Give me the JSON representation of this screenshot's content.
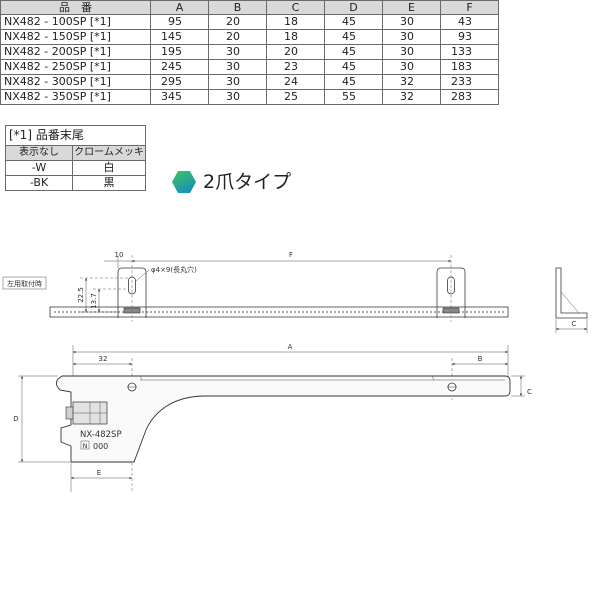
{
  "spec_table": {
    "headers": [
      "品　番",
      "A",
      "B",
      "C",
      "D",
      "E",
      "F"
    ],
    "rows": [
      {
        "part": "NX482 - 100SP [*1]",
        "A": 95,
        "B": 20,
        "C": 18,
        "D": 45,
        "E": 30,
        "F": 43
      },
      {
        "part": "NX482 - 150SP [*1]",
        "A": 145,
        "B": 20,
        "C": 18,
        "D": 45,
        "E": 30,
        "F": 93
      },
      {
        "part": "NX482 - 200SP [*1]",
        "A": 195,
        "B": 30,
        "C": 20,
        "D": 45,
        "E": 30,
        "F": 133
      },
      {
        "part": "NX482 - 250SP [*1]",
        "A": 245,
        "B": 30,
        "C": 23,
        "D": 45,
        "E": 30,
        "F": 183
      },
      {
        "part": "NX482 - 300SP [*1]",
        "A": 295,
        "B": 30,
        "C": 24,
        "D": 45,
        "E": 32,
        "F": 233
      },
      {
        "part": "NX482 - 350SP [*1]",
        "A": 345,
        "B": 30,
        "C": 25,
        "D": 55,
        "E": 32,
        "F": 283
      }
    ]
  },
  "suffix_table": {
    "title": "[*1] 品番末尾",
    "headers": [
      "表示なし",
      "クロームメッキ"
    ],
    "rows": [
      [
        "-W",
        "白"
      ],
      [
        "-BK",
        "黒"
      ]
    ]
  },
  "type_badge": {
    "label": "2爪タイプ",
    "icon": "hexagon-icon",
    "icon_colors": [
      "#3ec65a",
      "#1891b8"
    ]
  },
  "drawing": {
    "mount_label": "左用取付時",
    "dim_10": "10",
    "dim_f": "F",
    "hole_note": "φ4×9(長丸穴)",
    "dim_22_5": "22.5",
    "dim_13_7": "13.7",
    "dim_c_side": "C",
    "dim_a": "A",
    "dim_32": "32",
    "dim_b": "B",
    "dim_c": "C",
    "dim_d": "D",
    "dim_e": "E",
    "stamp_model": "NX-482SP",
    "stamp_mark": "N",
    "stamp_code": "000"
  }
}
